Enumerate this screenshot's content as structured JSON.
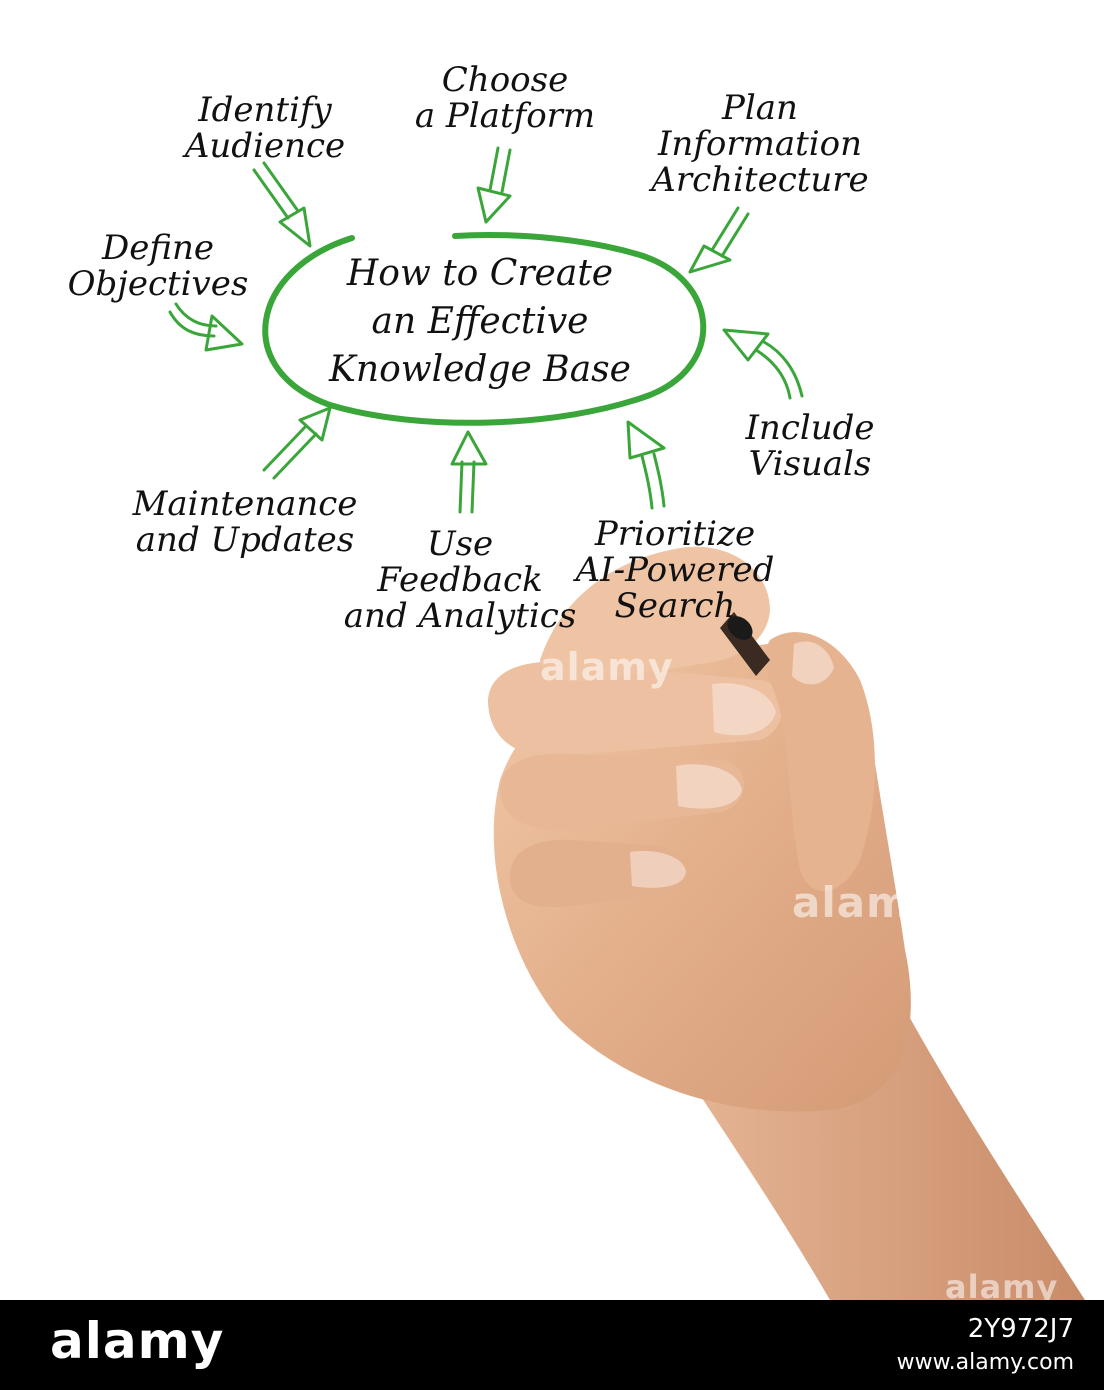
{
  "diagram": {
    "center": {
      "lines": [
        "How to Create",
        "an Effective",
        "Knowledge Base"
      ]
    },
    "items": [
      {
        "id": "identify-audience",
        "lines": [
          "Identify",
          "Audience"
        ]
      },
      {
        "id": "choose-platform",
        "lines": [
          "Choose",
          "a Platform"
        ]
      },
      {
        "id": "plan-architecture",
        "lines": [
          "Plan",
          "Information",
          "Architecture"
        ]
      },
      {
        "id": "define-objectives",
        "lines": [
          "Define",
          "Objectives"
        ]
      },
      {
        "id": "include-visuals",
        "lines": [
          "Include",
          "Visuals"
        ]
      },
      {
        "id": "maintenance-updates",
        "lines": [
          "Maintenance",
          "and Updates"
        ]
      },
      {
        "id": "feedback-analytics",
        "lines": [
          "Use",
          "Feedback",
          "and Analytics"
        ]
      },
      {
        "id": "ai-search",
        "lines": [
          "Prioritize",
          "AI-Powered",
          "Search"
        ]
      }
    ],
    "accent_color": "#3aa63a"
  },
  "watermark": {
    "text": "alamy"
  },
  "footer": {
    "logo": "alamy",
    "image_id": "2Y972J7",
    "url": "www.alamy.com"
  }
}
